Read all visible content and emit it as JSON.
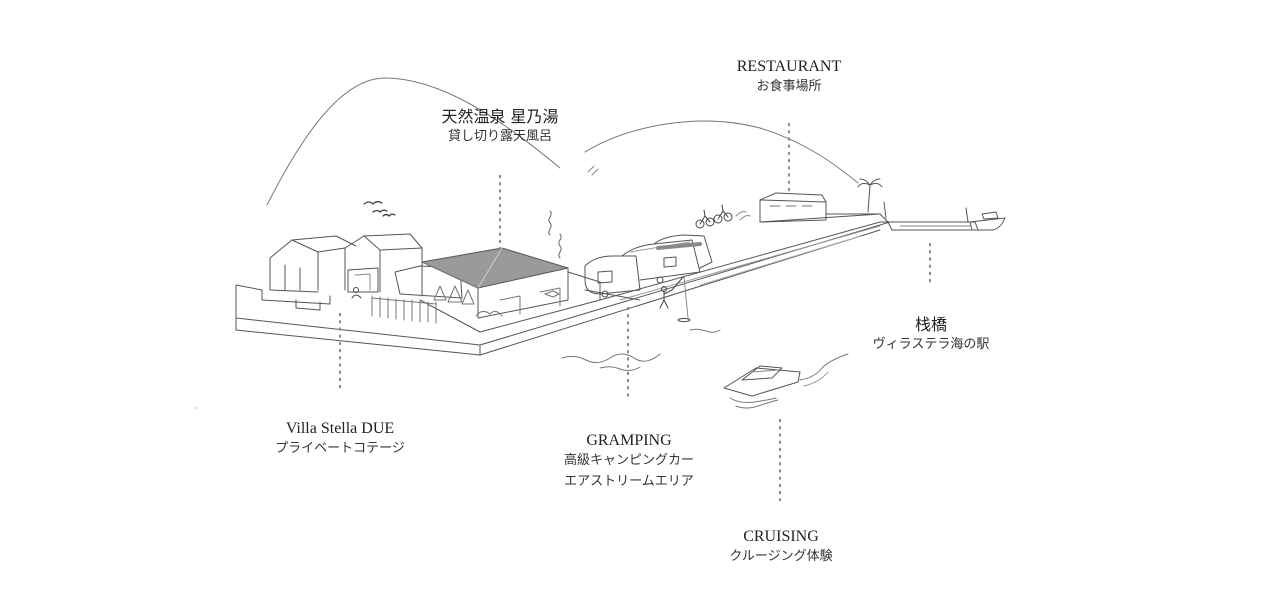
{
  "colors": {
    "line": "#555555",
    "light_line": "#9a9a9a",
    "roof": "#8a8a8a",
    "dot": "#8c8c8c",
    "text": "#222222"
  },
  "labels": {
    "restaurant": {
      "title": "RESTAURANT",
      "sub": "お食事場所"
    },
    "onsen": {
      "title": "天然温泉 星乃湯",
      "sub": "貸し切り露天風呂"
    },
    "pier": {
      "title": "栈橋",
      "sub": "ヴィラステラ海の駅"
    },
    "villa": {
      "title": "Villa Stella DUE",
      "sub": "プライベートコテージ"
    },
    "gramping": {
      "title": "GRAMPING",
      "sub": "高級キャンピングカー",
      "sub2": "エアストリームエリア"
    },
    "cruising": {
      "title": "CRUISING",
      "sub": "クルージング体験"
    }
  },
  "icons": [
    "bird-icon",
    "steam-icon",
    "palm-tree-icon",
    "cyclist-icon",
    "boat-icon"
  ]
}
